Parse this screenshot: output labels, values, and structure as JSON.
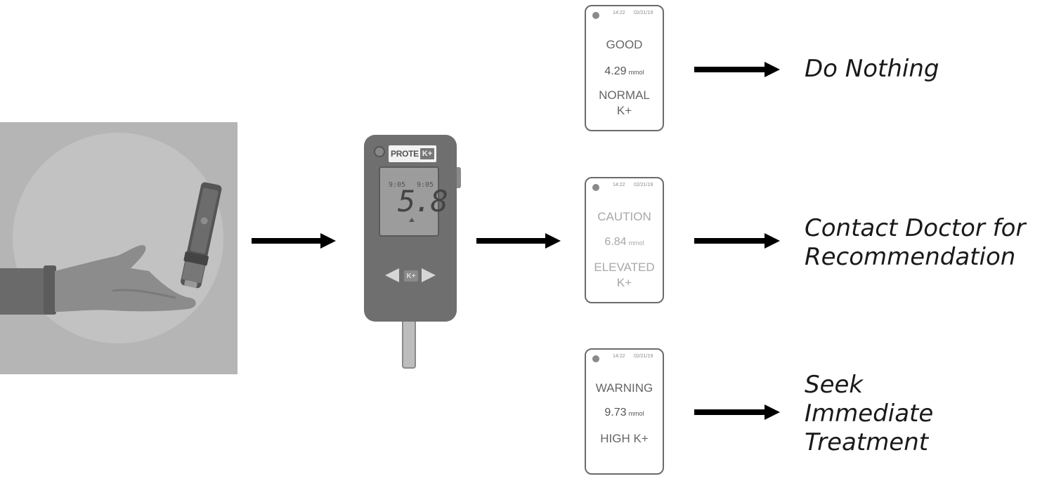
{
  "meter": {
    "brand": "PROTE",
    "brand_k": "K+",
    "lcd_time_left": "9:05",
    "lcd_time_right": "9:05",
    "lcd_value": "5.8",
    "button_k": "K+"
  },
  "results": [
    {
      "time": "14:22",
      "date": "02/21/19",
      "status": "GOOD",
      "value": "4.29",
      "unit": "mmol",
      "level_line1": "NORMAL",
      "level_line2": "K+",
      "action": "Do Nothing"
    },
    {
      "time": "14:22",
      "date": "02/21/19",
      "status": "CAUTION",
      "value": "6.84",
      "unit": "mmol",
      "level_line1": "ELEVATED",
      "level_line2": "K+",
      "action": "Contact Doctor for\nRecommendation"
    },
    {
      "time": "14:22",
      "date": "02/21/19",
      "status": "WARNING",
      "value": "9.73",
      "unit": "mmol",
      "level_line1": "HIGH K+",
      "level_line2": "",
      "action": "Seek\nImmediate\nTreatment"
    }
  ],
  "colors": {
    "illustration_bg": "#b5b5b5",
    "illustration_circle": "#c4c4c4",
    "meter_body": "#6f6f6f",
    "arrow": "#000000"
  }
}
